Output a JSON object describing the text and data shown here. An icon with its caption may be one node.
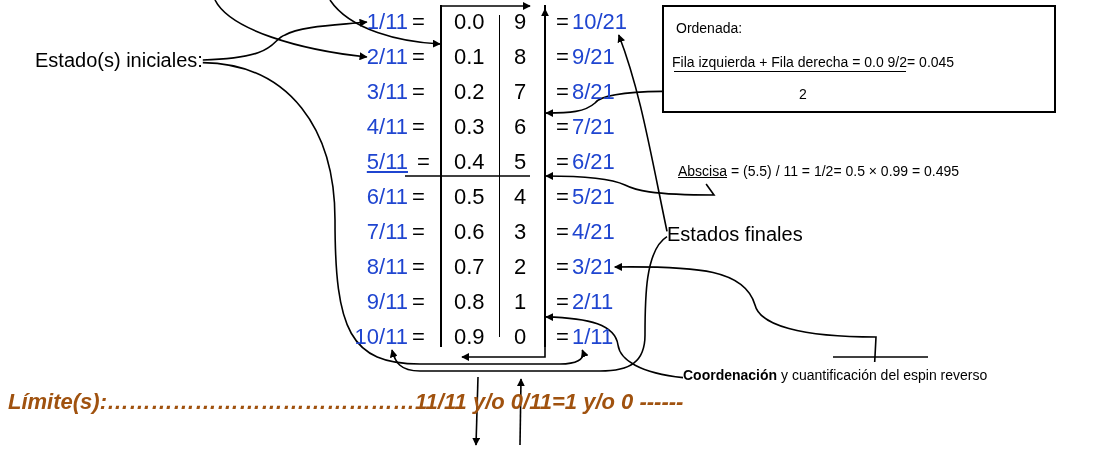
{
  "diagram": {
    "nodes": [
      {
        "text": [
          "Estado(s) iniciales:"
        ]
      },
      {
        "text": [
          "1/11"
        ]
      },
      {
        "text": [
          "2/11"
        ]
      },
      {
        "text": [
          "10/11"
        ]
      },
      {
        "text": [
          "0.0",
          "9",
          "0.1",
          "8",
          "0.2",
          "7",
          "0.3",
          "6",
          "0.4",
          "5",
          "0.5",
          "4",
          "0.6",
          "3",
          "0.7",
          "2",
          "0.8",
          "1",
          "0.9",
          "0"
        ]
      },
      {
        "text": [
          "10/21"
        ]
      },
      {
        "text": [
          "3/21"
        ]
      },
      {
        "text": [
          "1/11"
        ]
      },
      {
        "text": [
          "Ordenada:",
          "Fila izquierda + Fila derecha = 0.0 9/2= 0.045",
          "2"
        ]
      },
      {
        "text": [
          "Abscisa = (5.5) / 11 = 1/2= 0.5 × 0.99 = 0.495"
        ]
      },
      {
        "text": [
          "Estados finales"
        ]
      },
      {
        "text": [
          "**Coordenación** y cuantificación del espin reverso"
        ]
      }
    ],
    "edges": [
      {
        "from": 0,
        "to": 1,
        "arrow": "to"
      },
      {
        "from": 0,
        "to": 7,
        "arrow": "to"
      },
      {
        "from": null,
        "to": 2,
        "arrow": "to"
      },
      {
        "from": null,
        "to": 4,
        "arrow": "to"
      },
      {
        "from": 8,
        "to": 4,
        "arrow": "to"
      },
      {
        "from": 9,
        "to": 4,
        "arrow": "to"
      },
      {
        "from": 10,
        "to": 5,
        "arrow": "to"
      },
      {
        "from": 10,
        "to": 3,
        "arrow": "to"
      },
      {
        "from": 11,
        "to": 6,
        "arrow": "to"
      },
      {
        "from": 11,
        "to": 4,
        "arrow": "to"
      }
    ],
    "labels": [
      "=",
      "=",
      "=",
      "=",
      "9/21",
      "3/11",
      "=",
      "=",
      "8/21",
      "4/11",
      "=",
      "=",
      "7/21",
      "5/11",
      "=",
      "=",
      "6/21",
      "6/11",
      "=",
      "=",
      "5/21",
      "7/11",
      "=",
      "=",
      "4/21",
      "8/11",
      "=",
      "=",
      "9/11",
      "=",
      "=",
      "2/11",
      "=",
      "=",
      "Límite(s):……………………………………11/11 y/o 0/11=1 y/o 0 ------"
    ]
  }
}
